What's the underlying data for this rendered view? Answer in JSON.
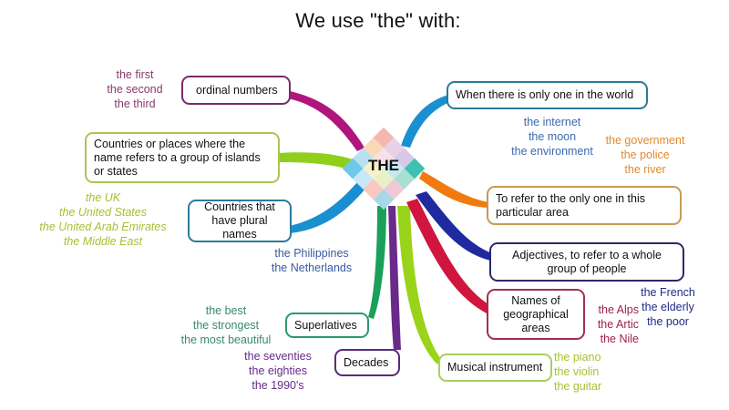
{
  "title": "We use \"the\" with:",
  "hub": {
    "label": "THE"
  },
  "colors": {
    "ordinal": "#a0197a",
    "islands": "#8fcf1a",
    "plural": "#1a8fcf",
    "superlatives": "#1aa05a",
    "decades": "#6a2a8a",
    "musical": "#9ad41a",
    "geographical": "#d0163f",
    "adjectives": "#1f2aa0",
    "area": "#f07a10",
    "world": "#1a90d0"
  },
  "categories": [
    {
      "id": "ordinal",
      "label": "ordinal numbers",
      "examples": [
        "the first",
        "the second",
        "the third"
      ],
      "example_color": "#8a3a70"
    },
    {
      "id": "islands",
      "label": "Countries or places where the name refers to a group of islands or states",
      "examples": [
        "the UK",
        "the United States",
        "the United Arab Emirates",
        "the Middle East"
      ],
      "example_color": "#a8c030"
    },
    {
      "id": "plural",
      "label": "Countries that have plural names",
      "examples": [
        "the Philippines",
        "the Netherlands"
      ],
      "example_color": "#3a5aa0"
    },
    {
      "id": "superlatives",
      "label": "Superlatives",
      "examples": [
        "the best",
        "the strongest",
        "the most beautiful"
      ],
      "example_color": "#3a8a6a"
    },
    {
      "id": "decades",
      "label": "Decades",
      "examples": [
        "the seventies",
        "the eighties",
        "the 1990's"
      ],
      "example_color": "#6a2a8a"
    },
    {
      "id": "musical",
      "label": "Musical instrument",
      "examples": [
        "the piano",
        "the violin",
        "the guitar"
      ],
      "example_color": "#a8c030"
    },
    {
      "id": "geographical",
      "label": "Names of geographical areas",
      "examples": [
        "the Alps",
        "the Artic",
        "the Nile"
      ],
      "example_color": "#a02050"
    },
    {
      "id": "adjectives",
      "label": "Adjectives, to refer to a whole group of people",
      "examples": [
        "the French",
        "the elderly",
        "the poor"
      ],
      "example_color": "#1f2a8a"
    },
    {
      "id": "area",
      "label": "To refer to the only one in this particular area",
      "examples": [
        "the government",
        "the police",
        "the river"
      ],
      "example_color": "#e08a30"
    },
    {
      "id": "world",
      "label": "When there is only one in the world",
      "examples": [
        "the internet",
        "the moon",
        "the environment"
      ],
      "example_color": "#3a6ab0"
    }
  ]
}
